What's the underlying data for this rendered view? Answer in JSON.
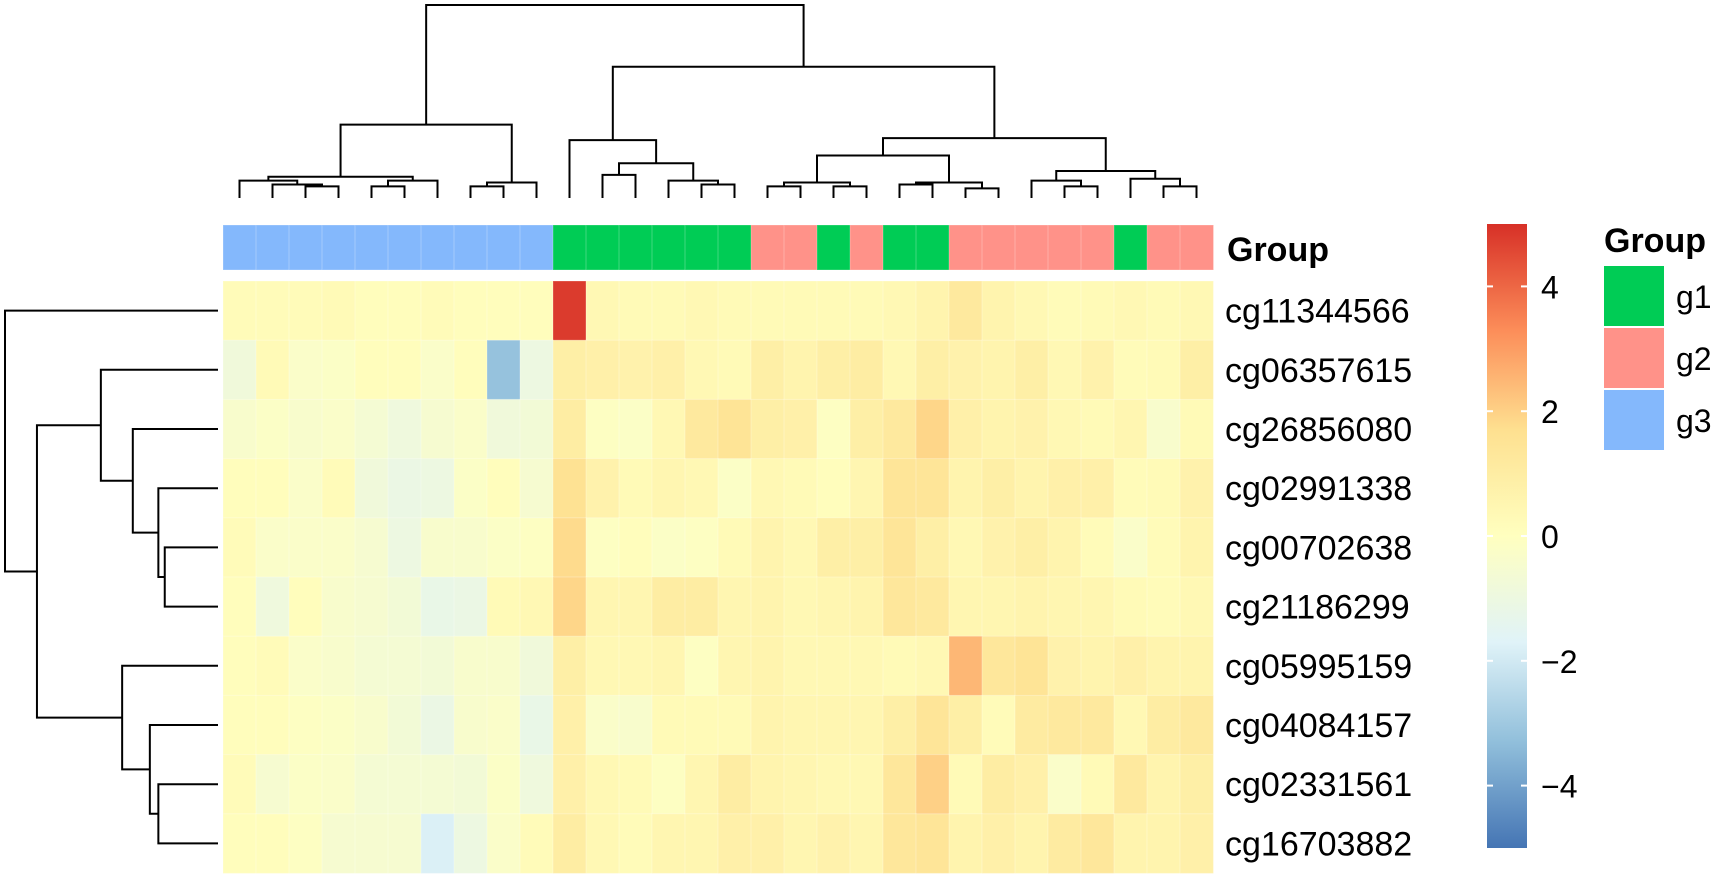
{
  "chart_data": {
    "type": "heatmap",
    "title": "",
    "xlabel": "",
    "ylabel": "",
    "group_annotation_label": "Group",
    "legend": {
      "title": "Group",
      "entries": [
        {
          "label": "g1",
          "color": "#00CC55"
        },
        {
          "label": "g2",
          "color": "#FF9289"
        },
        {
          "label": "g3",
          "color": "#84B8FC"
        }
      ]
    },
    "color_scale": {
      "min": -5,
      "max": 5,
      "ticks": [
        "4",
        "2",
        "0",
        "−2",
        "−4"
      ],
      "tick_values": [
        4,
        2,
        0,
        -2,
        -4
      ],
      "colors": [
        "#4575B4",
        "#91BFDB",
        "#E0F3F8",
        "#FFFFBF",
        "#FEE090",
        "#FC8D59",
        "#D73027"
      ],
      "color_stops": [
        -5,
        -3.3,
        -1.7,
        0,
        1.7,
        3.3,
        5
      ]
    },
    "rows": [
      "cg11344566",
      "cg06357615",
      "cg26856080",
      "cg02991338",
      "cg00702638",
      "cg21186299",
      "cg05995159",
      "cg04084157",
      "cg02331561",
      "cg16703882"
    ],
    "column_groups": [
      "g3",
      "g3",
      "g3",
      "g3",
      "g3",
      "g3",
      "g3",
      "g3",
      "g3",
      "g3",
      "g1",
      "g1",
      "g1",
      "g1",
      "g1",
      "g1",
      "g2",
      "g2",
      "g1",
      "g2",
      "g1",
      "g1",
      "g2",
      "g2",
      "g2",
      "g2",
      "g2",
      "g1",
      "g2",
      "g2"
    ],
    "values": [
      [
        0.2,
        0.2,
        0.2,
        0.3,
        0.1,
        0.1,
        0.2,
        0.1,
        0.1,
        0.1,
        4.8,
        0.4,
        0.3,
        0.3,
        0.4,
        0.3,
        0.3,
        0.3,
        0.3,
        0.3,
        0.4,
        0.6,
        1.2,
        0.6,
        0.4,
        0.2,
        0.3,
        0.4,
        0.3,
        0.4
      ],
      [
        -0.8,
        0.3,
        -0.3,
        -0.2,
        0.1,
        0.1,
        -0.3,
        0.1,
        -3.2,
        -1.0,
        0.9,
        0.8,
        0.7,
        0.8,
        0.4,
        0.3,
        0.9,
        0.6,
        0.9,
        1.0,
        0.4,
        0.9,
        0.7,
        0.6,
        0.9,
        0.4,
        0.7,
        0.2,
        0.3,
        0.9
      ],
      [
        -0.4,
        -0.2,
        -0.4,
        -0.3,
        -0.6,
        -0.9,
        -0.5,
        -0.3,
        -0.8,
        -0.7,
        1.0,
        -0.1,
        -0.2,
        0.4,
        1.2,
        1.5,
        0.9,
        0.8,
        -0.1,
        0.9,
        1.2,
        1.9,
        0.8,
        0.6,
        0.7,
        0.4,
        0.3,
        0.5,
        -0.4,
        0.3
      ],
      [
        0.1,
        0.1,
        -0.3,
        0.2,
        -0.8,
        -1.1,
        -1.0,
        -0.2,
        0.1,
        -0.5,
        1.6,
        0.7,
        0.3,
        0.5,
        0.4,
        -0.2,
        0.4,
        0.3,
        0.1,
        0.5,
        1.4,
        1.4,
        0.6,
        0.9,
        0.6,
        0.8,
        0.8,
        0.2,
        0.3,
        0.7
      ],
      [
        0.2,
        -0.3,
        -0.3,
        -0.3,
        -0.5,
        -1.0,
        -0.4,
        -0.4,
        -0.2,
        -0.1,
        1.8,
        -0.1,
        0.1,
        -0.2,
        -0.1,
        0.3,
        0.6,
        0.4,
        0.9,
        0.9,
        1.4,
        0.9,
        0.4,
        0.7,
        0.9,
        0.6,
        0.2,
        -0.3,
        0.2,
        0.6
      ],
      [
        0.1,
        -0.9,
        0.1,
        -0.4,
        -0.5,
        -0.7,
        -1.2,
        -1.1,
        0.3,
        0.4,
        1.9,
        0.5,
        0.5,
        1.0,
        1.0,
        0.5,
        0.6,
        0.4,
        0.5,
        0.6,
        1.3,
        1.2,
        0.5,
        0.5,
        0.6,
        0.5,
        0.5,
        0.3,
        0.2,
        0.4
      ],
      [
        0.1,
        0.2,
        -0.3,
        -0.4,
        -0.6,
        -0.6,
        -0.7,
        -0.4,
        -0.4,
        -0.8,
        0.9,
        0.4,
        0.4,
        0.5,
        -0.1,
        0.5,
        0.6,
        0.4,
        0.4,
        0.4,
        0.3,
        0.4,
        2.5,
        1.3,
        1.5,
        0.7,
        0.6,
        0.8,
        0.6,
        0.6
      ],
      [
        0.1,
        0.1,
        -0.1,
        -0.2,
        -0.4,
        -0.7,
        -1.1,
        -0.4,
        -0.3,
        -1.2,
        0.8,
        -0.3,
        -0.4,
        0.3,
        0.3,
        0.3,
        0.6,
        0.5,
        0.5,
        0.5,
        0.9,
        1.4,
        0.9,
        0.2,
        1.1,
        1.2,
        1.2,
        0.4,
        1.0,
        1.2
      ],
      [
        0.2,
        -0.5,
        -0.2,
        -0.3,
        -0.6,
        -0.6,
        -0.6,
        -0.7,
        -0.2,
        -0.9,
        0.8,
        0.4,
        0.3,
        -0.1,
        0.5,
        1.0,
        0.6,
        0.5,
        0.4,
        0.4,
        1.3,
        2.0,
        0.3,
        1.0,
        0.8,
        -0.3,
        0.3,
        1.2,
        0.6,
        0.9
      ],
      [
        0.1,
        0.1,
        -0.1,
        -0.5,
        -0.5,
        -0.5,
        -1.8,
        -1.0,
        -0.3,
        0.2,
        1.0,
        0.4,
        0.2,
        0.5,
        0.5,
        0.8,
        0.8,
        0.5,
        0.7,
        0.5,
        1.3,
        1.4,
        0.6,
        0.8,
        0.6,
        1.1,
        1.3,
        0.6,
        0.6,
        0.8
      ]
    ]
  }
}
